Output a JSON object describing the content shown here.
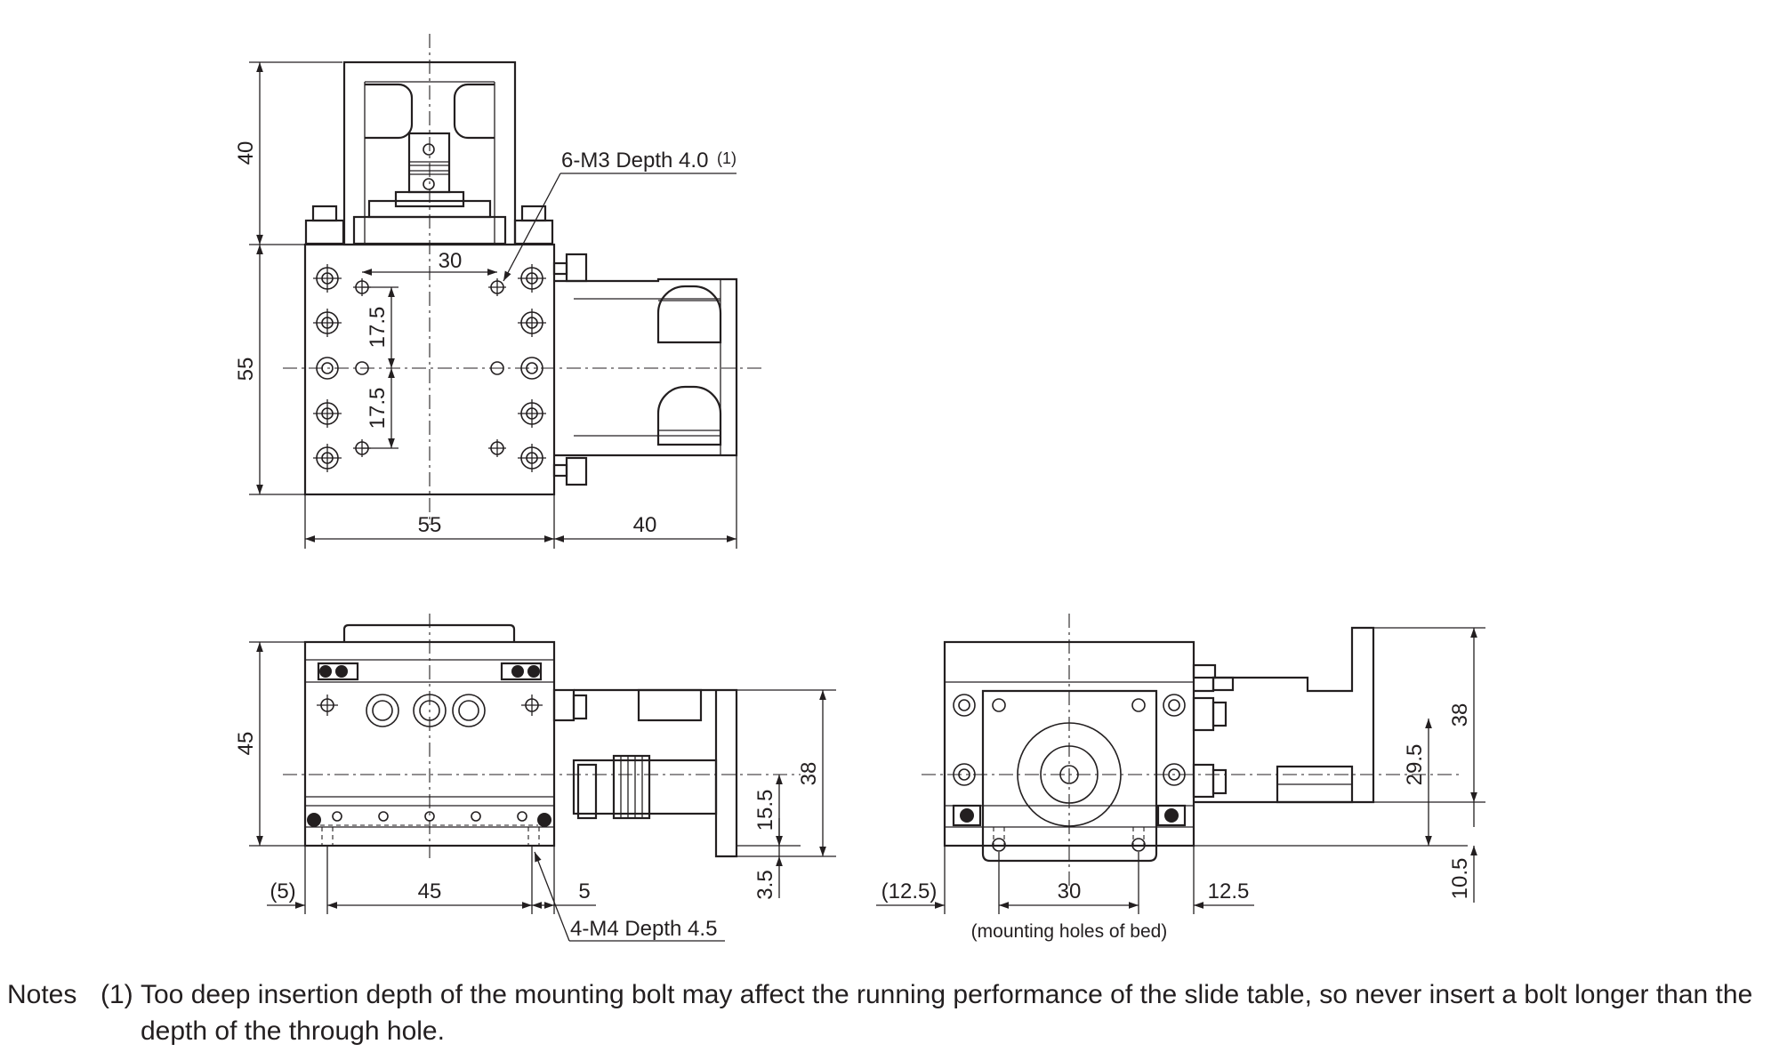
{
  "dimensions": {
    "top_height_motor": "40",
    "top_height_stage": "55",
    "top_width_stage": "55",
    "top_width_motor": "40",
    "hole_pitch_x": "30",
    "hole_pitch_y_upper": "17.5",
    "hole_pitch_y_lower": "17.5",
    "front_height": "45",
    "front_offset": "(5)",
    "front_hole_pitch": "45",
    "front_end_offset": "5",
    "front_motor_height": "38",
    "front_motor_axis": "15.5",
    "front_motor_base": "3.5",
    "side_left_offset": "(12.5)",
    "side_hole_pitch": "30",
    "side_right_offset": "12.5",
    "side_height": "38",
    "side_axis_height": "29.5",
    "side_base": "10.5"
  },
  "callouts": {
    "top_tapped_holes": "6-M3 Depth 4.0",
    "top_tapped_note": "(1)",
    "front_tapped_holes": "4-M4 Depth 4.5",
    "side_caption": "(mounting holes of bed)"
  },
  "notes": {
    "label": "Notes",
    "marker": "(1)",
    "text": "Too deep insertion depth of the mounting bolt may affect the running performance of the slide table, so never insert a bolt longer than the depth of the through hole."
  }
}
